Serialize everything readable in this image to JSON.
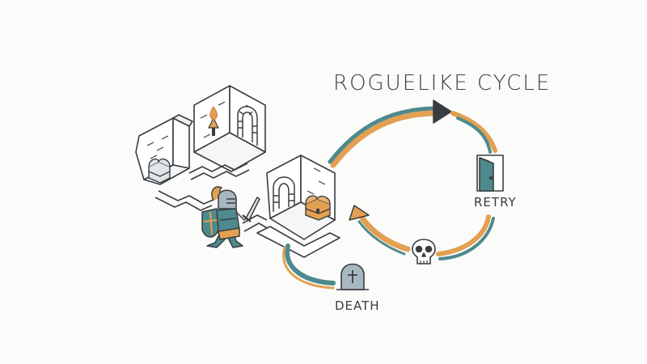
{
  "diagram": {
    "title": "ROGUELIKE CYCLE",
    "labels": {
      "retry": "RETRY",
      "death": "DEATH"
    }
  },
  "colors": {
    "ink": "#3a3d40",
    "teal": "#4e8a8d",
    "orange": "#e3a052",
    "stone": "#a8b8c0",
    "background": "#fbfbfa"
  },
  "icons": [
    "dungeon-rooms",
    "torch-icon",
    "archway-icon",
    "treasure-chest-icon",
    "knight-icon",
    "sword-icon",
    "shield-icon",
    "door-icon",
    "skull-icon",
    "tombstone-icon"
  ]
}
